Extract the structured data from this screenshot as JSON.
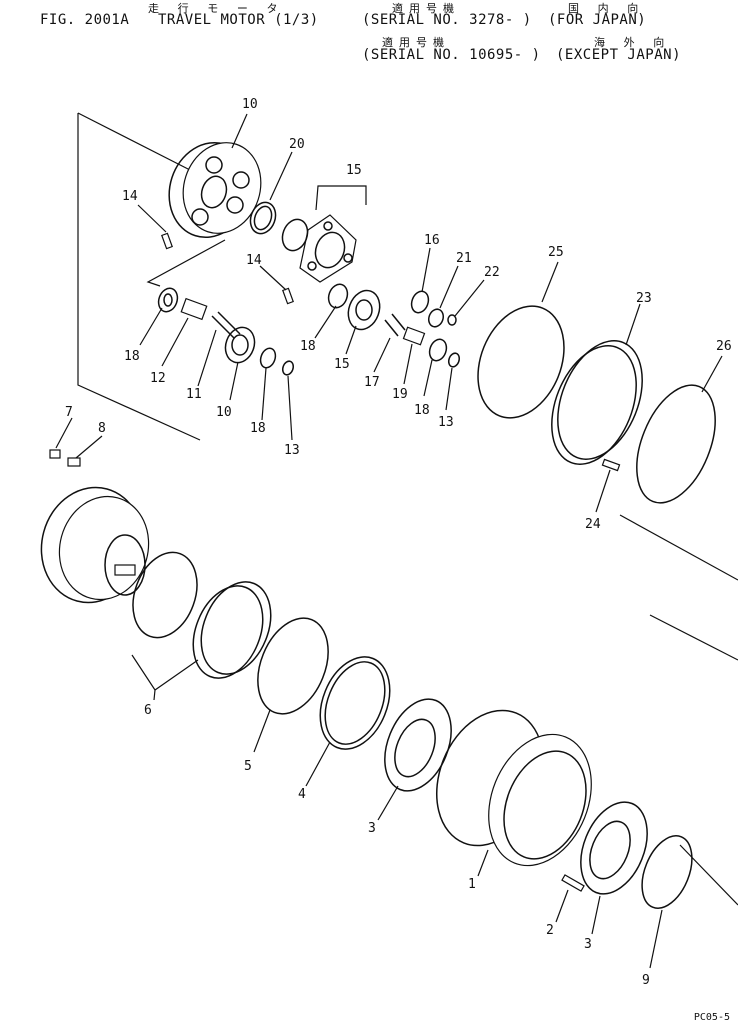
{
  "header": {
    "jp_title": "走 行 モ ー タ",
    "jp_applicable_1": "適用号機",
    "jp_domestic": "国 内 向",
    "fig": "FIG. 2001A",
    "title": "TRAVEL MOTOR (1/3)",
    "serial_1": "(SERIAL NO. 3278- )",
    "for_1": "(FOR JAPAN)",
    "jp_applicable_2": "適用号機",
    "jp_overseas": "海 外 向",
    "serial_2": "(SERIAL NO. 10695- )",
    "for_2": "(EXCEPT JAPAN)"
  },
  "callouts": [
    "10",
    "20",
    "15",
    "14",
    "14",
    "16",
    "21",
    "22",
    "25",
    "23",
    "26",
    "18",
    "12",
    "11",
    "10",
    "18",
    "13",
    "18",
    "15",
    "17",
    "19",
    "18",
    "13",
    "7",
    "8",
    "24",
    "6",
    "5",
    "4",
    "3",
    "1",
    "2",
    "3",
    "9"
  ],
  "page_code": "PC05-5"
}
